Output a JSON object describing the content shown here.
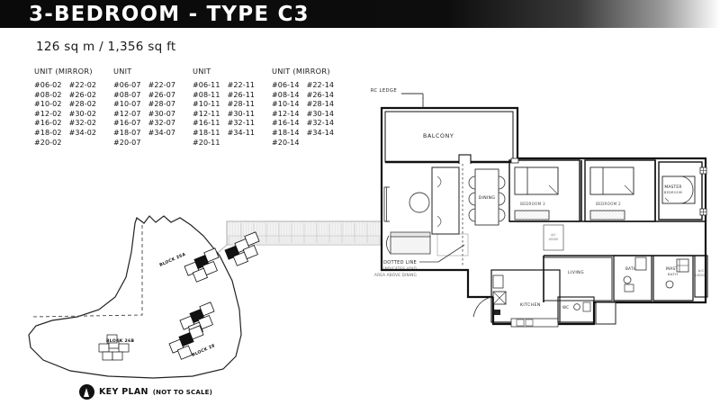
{
  "header": {
    "title": "3-BEDROOM - TYPE C3"
  },
  "area": {
    "text": "126 sq m / 1,356 sq ft",
    "sqm": 126,
    "sqft": "1,356"
  },
  "unit_columns": [
    {
      "heading": "UNIT (MIRROR)",
      "left": [
        "#06-02",
        "#08-02",
        "#10-02",
        "#12-02",
        "#16-02",
        "#18-02",
        "#20-02"
      ],
      "right": [
        "#22-02",
        "#26-02",
        "#28-02",
        "#30-02",
        "#32-02",
        "#34-02"
      ]
    },
    {
      "heading": "UNIT",
      "left": [
        "#06-07",
        "#08-07",
        "#10-07",
        "#12-07",
        "#16-07",
        "#18-07",
        "#20-07"
      ],
      "right": [
        "#22-07",
        "#26-07",
        "#28-07",
        "#30-07",
        "#32-07",
        "#34-07"
      ]
    },
    {
      "heading": "UNIT",
      "left": [
        "#06-11",
        "#08-11",
        "#10-11",
        "#12-11",
        "#16-11",
        "#18-11",
        "#20-11"
      ],
      "right": [
        "#22-11",
        "#26-11",
        "#28-11",
        "#30-11",
        "#32-11",
        "#34-11"
      ]
    },
    {
      "heading": "UNIT (MIRROR)",
      "left": [
        "#06-14",
        "#08-14",
        "#10-14",
        "#12-14",
        "#16-14",
        "#18-14",
        "#20-14"
      ],
      "right": [
        "#22-14",
        "#26-14",
        "#28-14",
        "#30-14",
        "#32-14",
        "#34-14"
      ]
    }
  ],
  "floorplan": {
    "rooms": {
      "balcony": "BALCONY",
      "dining": "DINING",
      "living": "LIVING",
      "kitchen": "KITCHEN",
      "bedroom3": "BEDROOM 3",
      "bedroom2": "BEDROOM 2",
      "master_bedroom_line1": "MASTER",
      "master_bedroom_line2": "BEDROOM",
      "master_bath_line1": "MASTER",
      "master_bath_line2": "BATH",
      "bath": "BATH",
      "wc": "WC"
    },
    "annotations": {
      "rc_ledge": "RC LEDGE",
      "ac_ledge_left": "A/C LEDGE",
      "ac_ledge_right": "A/C LEDGE",
      "dotted_line_1": "DOTTED LINE",
      "dotted_line_2": "INDICATES VOID",
      "dotted_line_3": "AREA ABOVE DINING"
    }
  },
  "keyplan": {
    "label": "KEY PLAN",
    "sublabel": "(NOT TO SCALE)",
    "compass_icon": "north-arrow-icon",
    "blocks": [
      {
        "label": "BLOCK 26A"
      },
      {
        "label": "BLOCK 26B"
      },
      {
        "label": "BLOCK 28"
      }
    ]
  },
  "colors": {
    "header_bar": "#0a0a0a",
    "header_text": "#ffffff",
    "ink": "#1b1b1b",
    "paper": "#ffffff",
    "highlight_unit": "#111111"
  }
}
